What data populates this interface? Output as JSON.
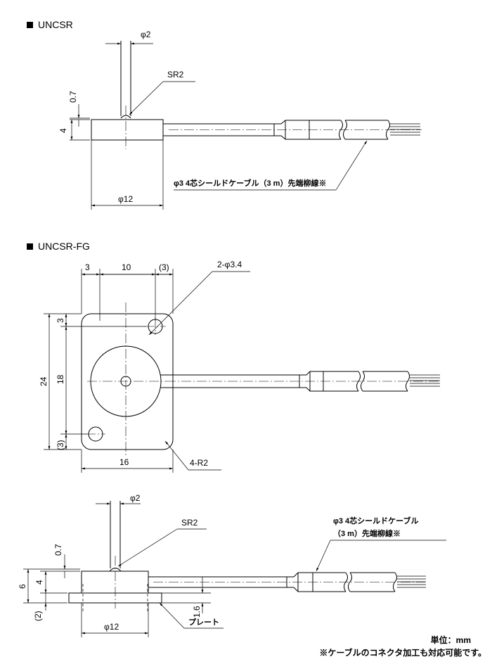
{
  "section1": {
    "title": "UNCSR",
    "dims": {
      "pin_dia": "φ2",
      "sphere": "SR2",
      "h_top": "0.7",
      "h_body": "4",
      "body_dia": "φ12"
    },
    "cable_label": "φ3  4芯シールドケーブル（3 m）先端柳線※"
  },
  "section2": {
    "title": "UNCSR-FG",
    "dims": {
      "w_left": "3",
      "w_mid": "10",
      "w_right": "(3)",
      "holes": "2-φ3.4",
      "h_total": "24",
      "h_mid": "18",
      "h_top": "3",
      "h_bot": "(3)",
      "w_total": "16",
      "corner": "4-R2"
    }
  },
  "section3": {
    "dims": {
      "pin_dia": "φ2",
      "sphere": "SR2",
      "h_top": "0.7",
      "h_body": "4",
      "h_total": "6",
      "h_plate": "(2)",
      "plate_t": "1.6",
      "body_dia": "φ12"
    },
    "cable_label_1": "φ3 4芯シールドケーブル",
    "cable_label_2": "（3 m）先端柳線※",
    "plate_label": "プレート"
  },
  "footer": {
    "unit": "単位：mm",
    "note": "※ケーブルのコネクタ加工も対応可能です。"
  }
}
